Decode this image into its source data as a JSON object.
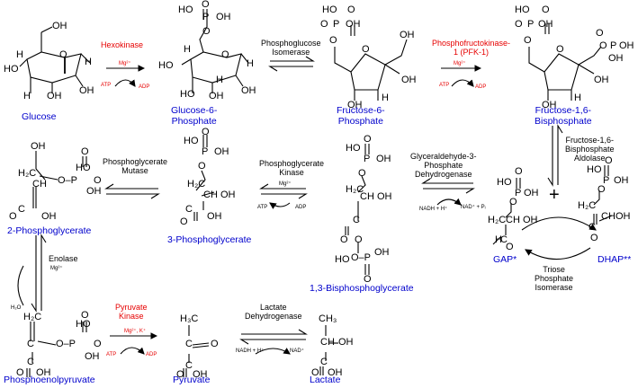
{
  "molecules": {
    "glucose": "Glucose",
    "g6p": "Glucose-6-\nPhosphate",
    "f6p": "Fructose-6-\nPhosphate",
    "f16bp": "Fructose-1,6-\nBisphosphate",
    "pg2": "2-Phosphoglycerate",
    "pg3": "3-Phosphoglycerate",
    "bpg13": "1,3-Bisphosphoglycerate",
    "gap": "GAP*",
    "dhap": "DHAP**",
    "pep": "Phosphoenolpyruvate",
    "pyruvate": "Pyruvate",
    "lactate": "Lactate"
  },
  "enzymes": {
    "hexokinase": "Hexokinase",
    "pgi": "Phosphoglucose\nIsomerase",
    "pfk": "Phosphofructokinase-\n1 (PFK-1)",
    "aldolase": "Fructose-1,6-\nBisphosphate\nAldolase",
    "gapdh": "Glyceraldehyde-3-\nPhosphate\nDehydrogenase",
    "pgk": "Phosphoglycerate\nKinase",
    "pgm": "Phosphoglycerate\nMutase",
    "tpi": "Triose\nPhosphate\nIsomerase",
    "enolase": "Enolase",
    "pk": "Pyruvate\nKinase",
    "ldh": "Lactate\nDehydrogenase"
  },
  "cofactors": {
    "mg": "Mg²⁺",
    "atp": "ATP",
    "adp": "ADP",
    "nadh": "NADH + H⁺",
    "nad": "NAD⁺",
    "nad_pi": "NAD⁺ + Pᵢ",
    "h2o": "H₂O",
    "mg_k": "Mg²⁺, K⁺"
  },
  "atoms": {
    "oh": "OH",
    "ho": "HO",
    "o": "O",
    "p": "P",
    "h": "H",
    "c": "C",
    "ch": "CH",
    "h2c": "H₂C",
    "h3c": "H₃C",
    "ch3": "CH₃",
    "ch_oh": "CH  OH",
    "o_p": "O–P",
    "plus": "+"
  }
}
